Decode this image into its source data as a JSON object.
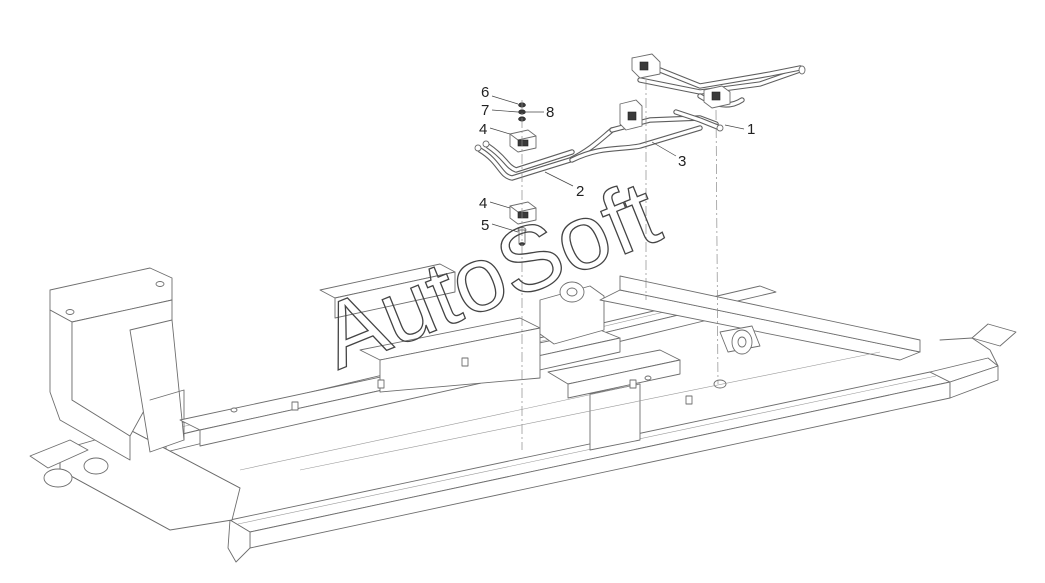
{
  "callouts": {
    "c1": "1",
    "c2": "2",
    "c3": "3",
    "c4a": "4",
    "c4b": "4",
    "c5": "5",
    "c6": "6",
    "c7": "7",
    "c8": "8"
  },
  "watermark": "AutoSoft"
}
